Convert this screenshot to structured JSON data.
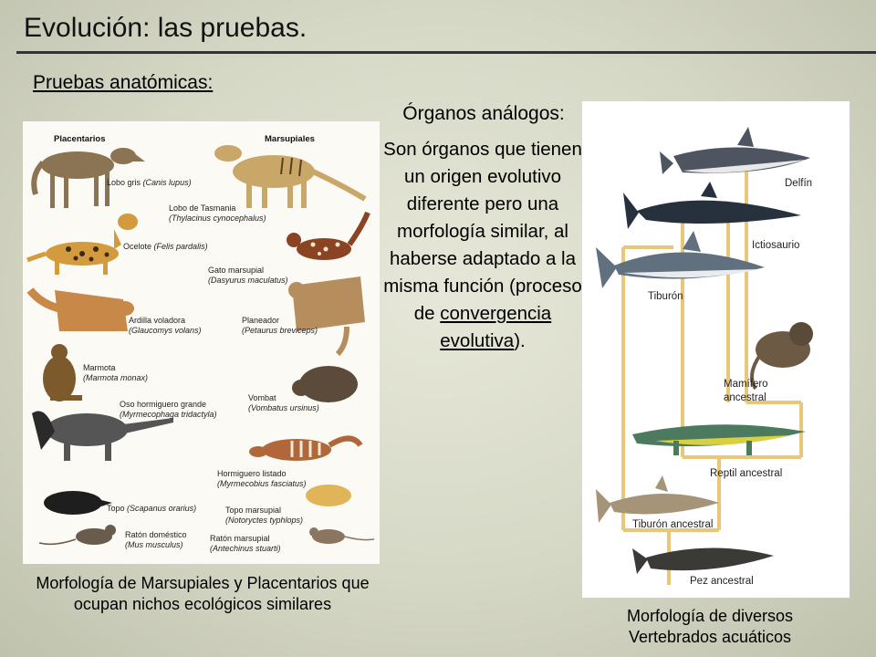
{
  "slide": {
    "title": "Evolución: las pruebas.",
    "subtitle": "Pruebas anatómicas:",
    "organs": {
      "heading": "Órganos análogos:",
      "text_part1": "Son órganos que tienen un origen evolutivo diferente pero una morfología similar, al haberse adaptado a la misma función (proceso de ",
      "text_link": "convergencia evolutiva",
      "text_part2": ")."
    },
    "left_caption": "Morfología de Marsupiales y Placentarios que ocupan nichos ecológicos similares",
    "right_caption": "Morfología de diversos Vertebrados acuáticos"
  },
  "left_figure": {
    "placentarios_heading": "Placentarios",
    "marsupiales_heading": "Marsupiales",
    "placentarios": [
      {
        "name": "Lobo gris",
        "sci": "(Canis lupus)"
      },
      {
        "name": "Ocelote",
        "sci": "(Felis pardalis)"
      },
      {
        "name": "Ardilla voladora",
        "sci": "(Glaucomys volans)"
      },
      {
        "name": "Marmota",
        "sci": "(Marmota monax)"
      },
      {
        "name": "Oso hormiguero grande",
        "sci": "(Myrmecophaga tridactyla)"
      },
      {
        "name": "Topo",
        "sci": "(Scapanus orarius)"
      },
      {
        "name": "Ratón doméstico",
        "sci": "(Mus musculus)"
      }
    ],
    "marsupiales": [
      {
        "name": "Lobo de Tasmania",
        "sci": "(Thylacinus cynocephalus)"
      },
      {
        "name": "Gato marsupial",
        "sci": "(Dasyurus maculatus)"
      },
      {
        "name": "Planeador",
        "sci": "(Petaurus breviceps)"
      },
      {
        "name": "Vombat",
        "sci": "(Vombatus ursinus)"
      },
      {
        "name": "Hormiguero listado",
        "sci": "(Myrmecobius fasciatus)"
      },
      {
        "name": "Topo marsupial",
        "sci": "(Notoryctes typhlops)"
      },
      {
        "name": "Ratón marsupial",
        "sci": "(Antechinus stuarti)"
      }
    ]
  },
  "right_figure": {
    "labels": [
      "Delfín",
      "Ictiosaurio",
      "Tiburón",
      "Mamífero ancestral",
      "Reptil ancestral",
      "Tiburón ancestral",
      "Pez ancestral"
    ]
  }
}
